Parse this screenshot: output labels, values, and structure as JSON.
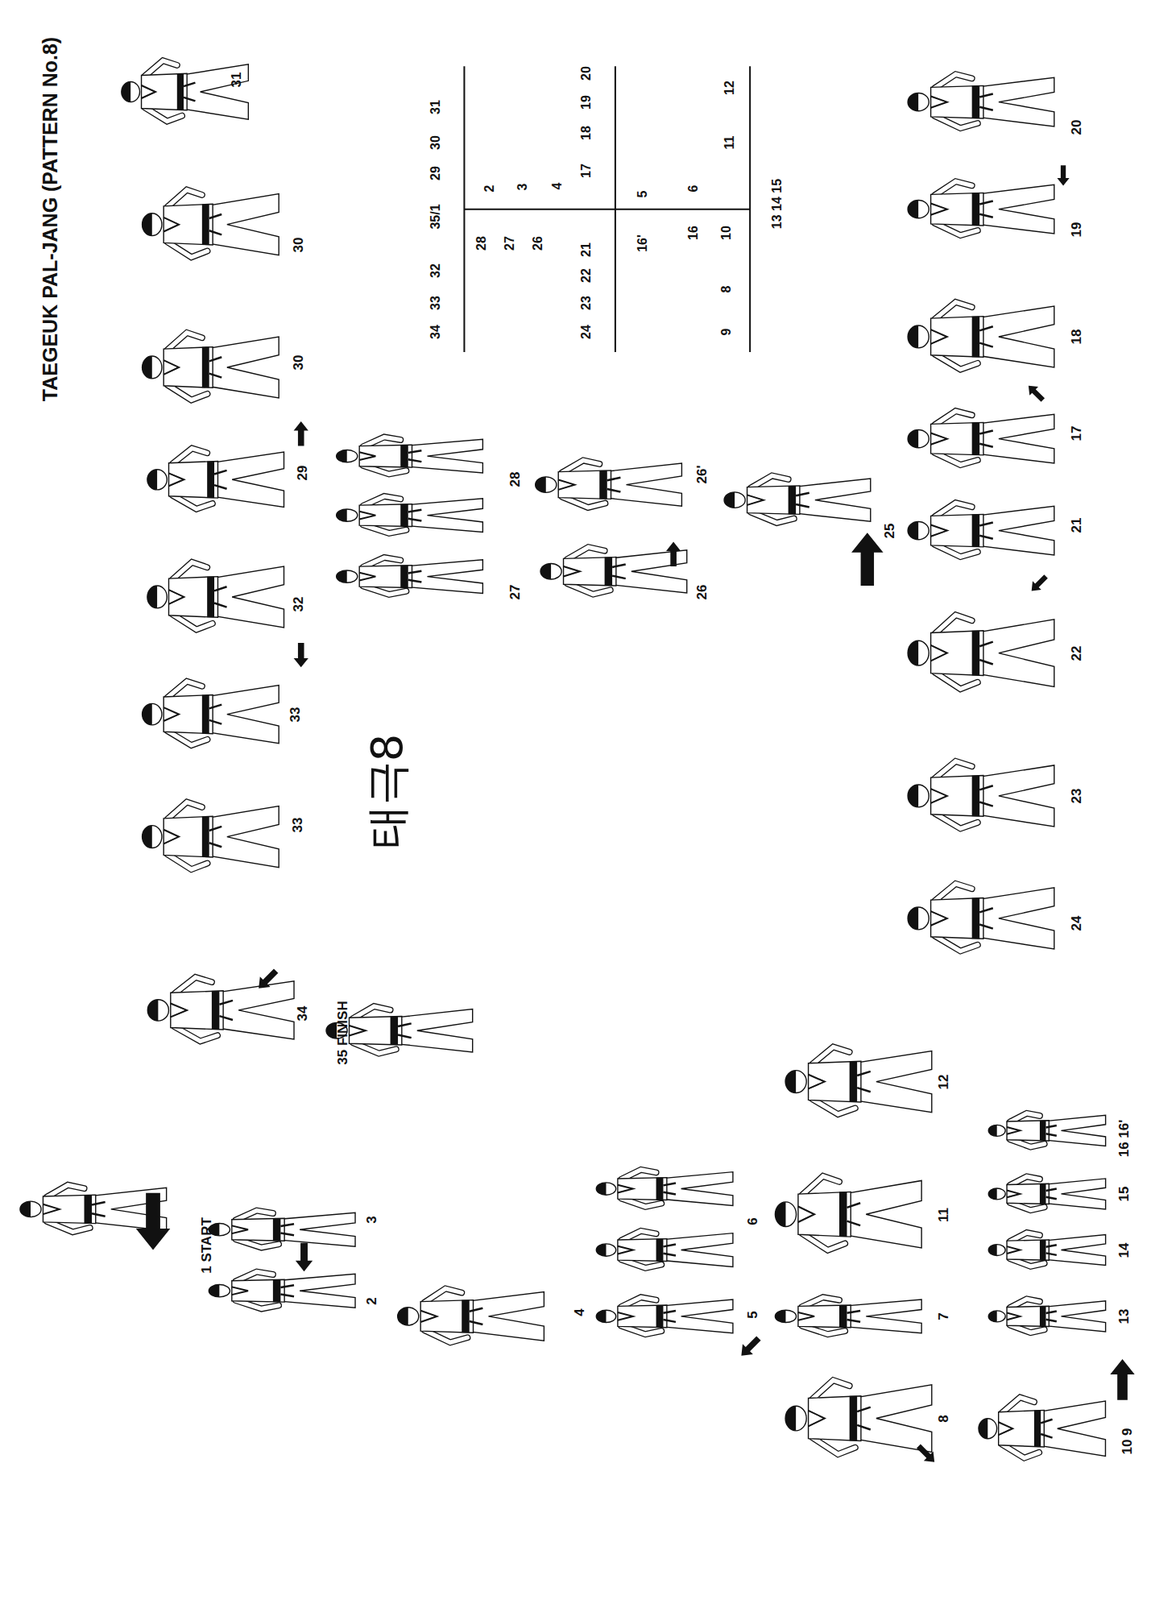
{
  "diagram": {
    "title": "TAEGEUK PAL-JANG (PATTERN No.8)",
    "labels": [
      "31",
      "30",
      "30",
      "29",
      "32",
      "33",
      "33",
      "34",
      "35 FINISH",
      "태극8",
      "31",
      "30",
      "29",
      "35/1",
      "32",
      "33",
      "34",
      "2",
      "3",
      "4",
      "28",
      "27",
      "26",
      "20",
      "19",
      "18",
      "17",
      "21",
      "22",
      "23",
      "24",
      "5",
      "16'",
      "6",
      "16",
      "12",
      "11",
      "10",
      "8",
      "9",
      "13 14 15",
      "28",
      "27",
      "26'",
      "26",
      "25",
      "20",
      "19",
      "18",
      "17",
      "21",
      "22",
      "23",
      "24",
      "1 START",
      "2",
      "3",
      "4",
      "5",
      "6",
      "7",
      "11",
      "12",
      "8",
      "10 9",
      "13",
      "14",
      "15",
      "16 16'"
    ]
  }
}
